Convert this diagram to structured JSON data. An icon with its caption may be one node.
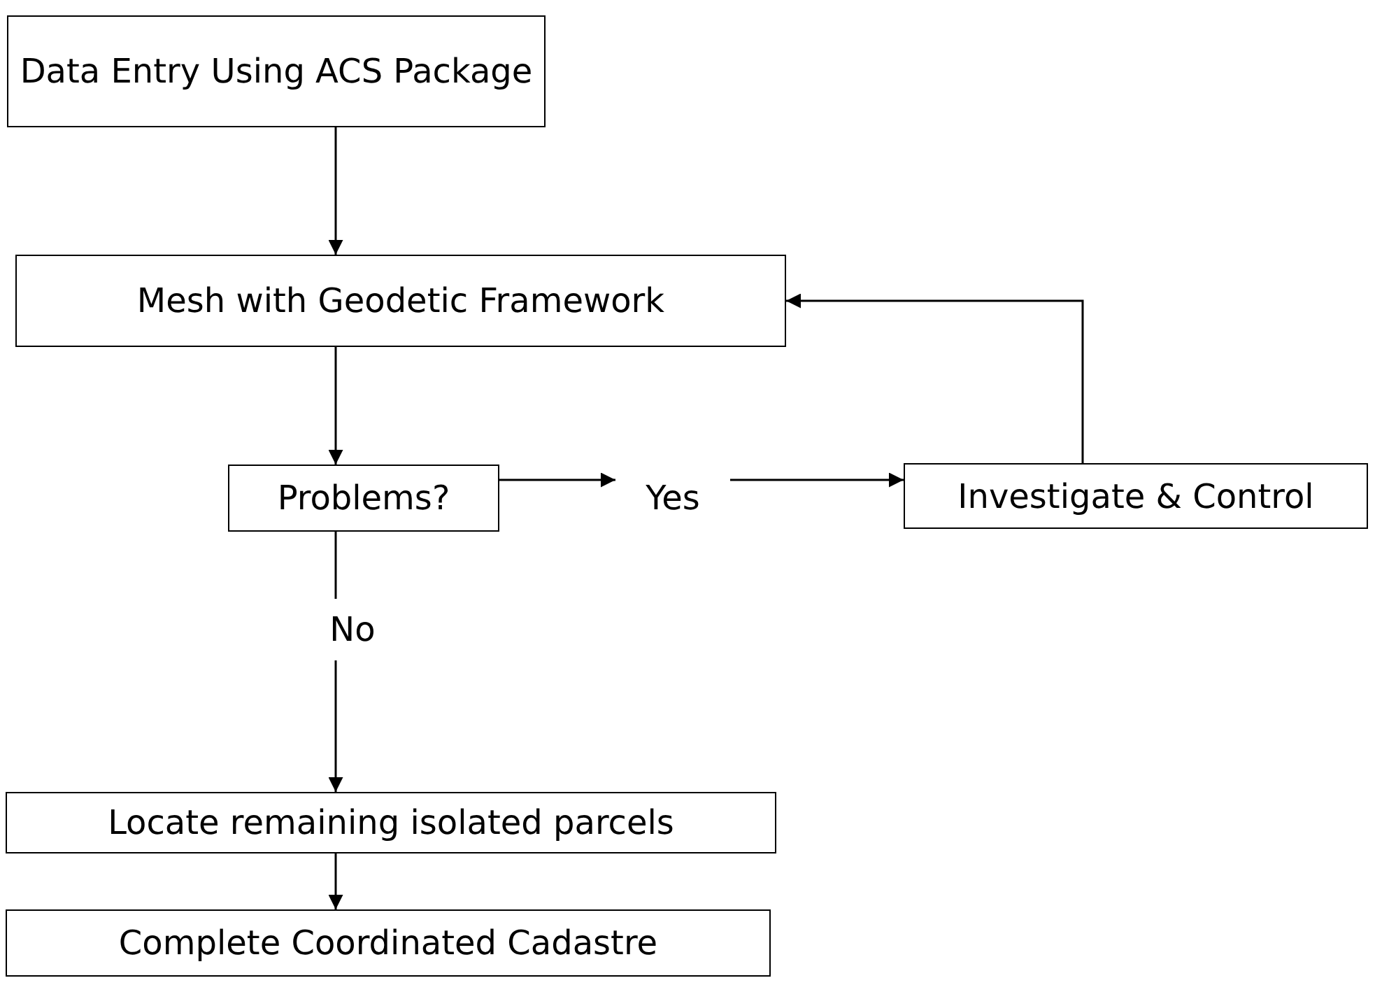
{
  "diagram": {
    "nodes": [
      {
        "text": [
          "Data Entry Using ACS Package"
        ]
      },
      {
        "text": [
          "Mesh with Geodetic Framework"
        ]
      },
      {
        "text": [
          "Problems?"
        ]
      },
      {
        "text": [
          "Yes"
        ]
      },
      {
        "text": [
          "Investigate & Control"
        ]
      },
      {
        "text": [
          "No"
        ]
      },
      {
        "text": [
          "Locate remaining isolated parcels"
        ]
      },
      {
        "text": [
          "Complete Coordinated Cadastre"
        ]
      }
    ],
    "edges": [
      {
        "from": 0,
        "to": 1,
        "arrow": "to"
      },
      {
        "from": 1,
        "to": 2,
        "arrow": "to"
      },
      {
        "from": 2,
        "to": 3,
        "arrow": "to"
      },
      {
        "from": 3,
        "to": 4,
        "arrow": "to"
      },
      {
        "from": 4,
        "to": 1,
        "arrow": "to"
      },
      {
        "from": 2,
        "to": 5,
        "arrow": "none"
      },
      {
        "from": 5,
        "to": 6,
        "arrow": "to"
      },
      {
        "from": 6,
        "to": 7,
        "arrow": "to"
      }
    ]
  }
}
